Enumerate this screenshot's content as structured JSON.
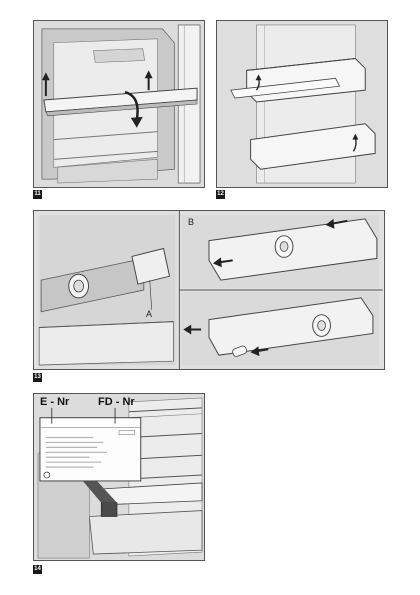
{
  "figures": [
    {
      "number": "11"
    },
    {
      "number": "12"
    },
    {
      "number": "13",
      "labels": {
        "a": "A",
        "b": "B"
      }
    },
    {
      "number": "14",
      "callouts": {
        "e_nr": "E - Nr",
        "fd_nr": "FD - Nr"
      }
    }
  ]
}
